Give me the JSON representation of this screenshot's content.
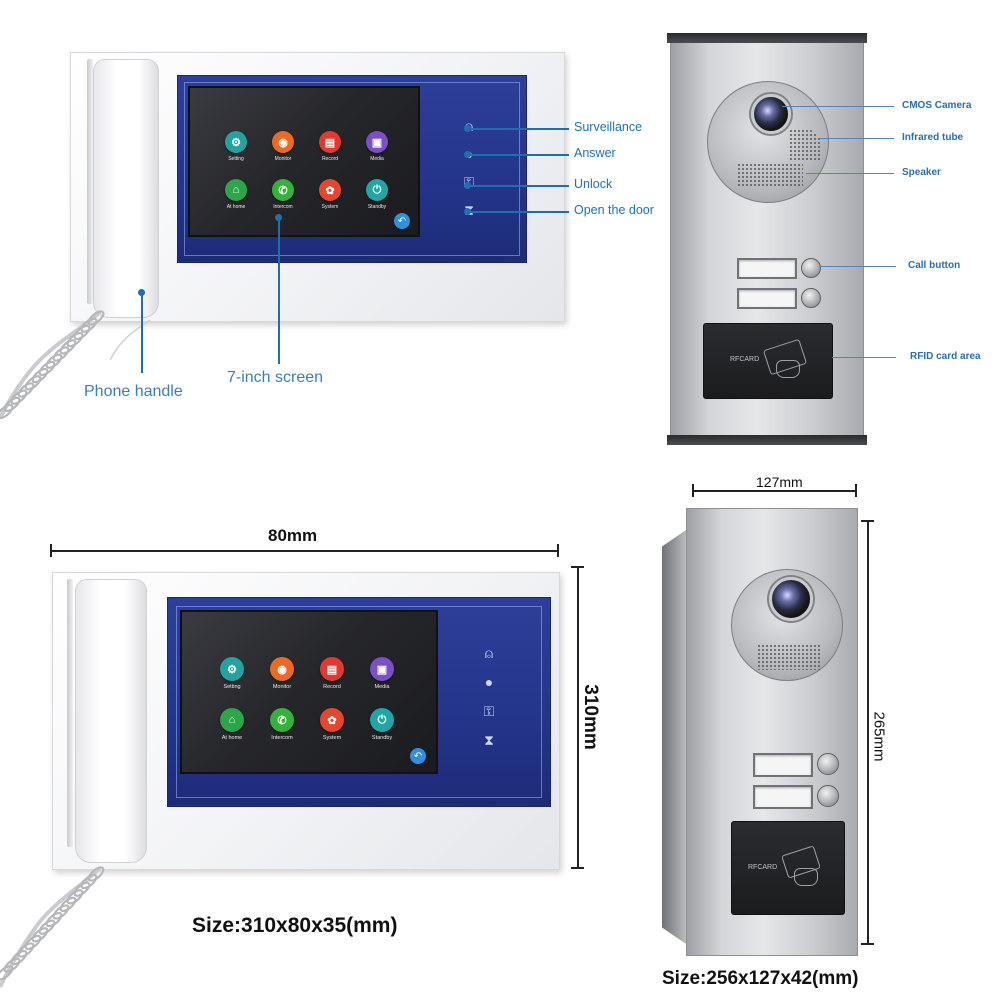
{
  "colors": {
    "annotation": "#1f6fb0",
    "panel_blue": "#23348a",
    "dimension": "#111111"
  },
  "monitor": {
    "apps": [
      {
        "label": "Setting",
        "icon": "gear-icon",
        "color": "#21a3a0",
        "glyph": "⚙"
      },
      {
        "label": "Monitor",
        "icon": "camera-icon",
        "color": "#ee6a22",
        "glyph": "◉"
      },
      {
        "label": "Record",
        "icon": "record-icon",
        "color": "#e23a2f",
        "glyph": "▤"
      },
      {
        "label": "Media",
        "icon": "media-icon",
        "color": "#7a4fc9",
        "glyph": "▣"
      },
      {
        "label": "At home",
        "icon": "home-icon",
        "color": "#2ba64a",
        "glyph": "⌂"
      },
      {
        "label": "Intercom",
        "icon": "phone-icon",
        "color": "#35b23c",
        "glyph": "✆"
      },
      {
        "label": "System",
        "icon": "system-icon",
        "color": "#e8462c",
        "glyph": "✿"
      },
      {
        "label": "Standby",
        "icon": "power-icon",
        "color": "#1fa6a8",
        "glyph": "⏻"
      }
    ],
    "side_buttons": [
      {
        "icon": "person-icon",
        "glyph": "⍝"
      },
      {
        "icon": "answer-dot-icon",
        "glyph": "●"
      },
      {
        "icon": "key-icon",
        "glyph": "⚿"
      },
      {
        "icon": "door-icon",
        "glyph": "⧗"
      }
    ]
  },
  "annotations": {
    "surveillance": "Surveillance",
    "answer": "Answer",
    "unlock": "Unlock",
    "open_door": "Open the door",
    "phone_handle": "Phone handle",
    "screen": "7-inch screen",
    "cmos_camera": "CMOS Camera",
    "infrared_tube": "Infrared tube",
    "speaker": "Speaker",
    "call_button": "Call button",
    "rfid_area": "RFID card area"
  },
  "rfid_label": "RFCARD",
  "dimensions": {
    "monitor_width": "80mm",
    "monitor_height": "310mm",
    "monitor_size": "Size:310x80x35(mm)",
    "outdoor_width": "127mm",
    "outdoor_height": "265mm",
    "outdoor_size": "Size:256x127x42(mm)"
  }
}
